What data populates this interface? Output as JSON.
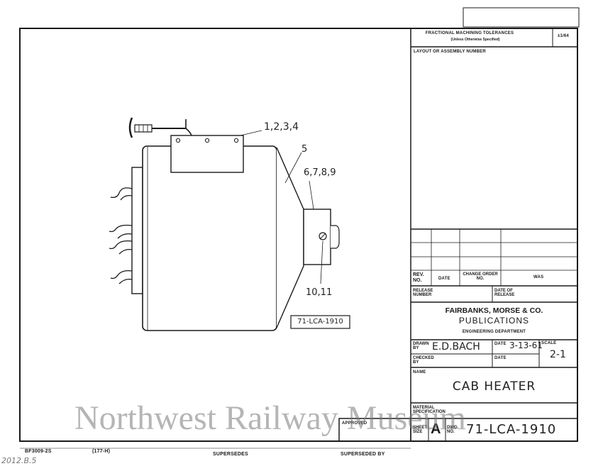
{
  "title_block": {
    "tolerances_title": "FRACTIONAL MACHINING TOLERANCES",
    "tolerances_sub": "(Unless Otherwise Specified)",
    "tolerance_value": "±1/64",
    "layout_label": "LAYOUT OR ASSEMBLY NUMBER",
    "rev_no_label": "REV. NO.",
    "date_label": "DATE",
    "change_order_label": "CHANGE ORDER NO.",
    "was_label": "WAS",
    "release_number_label": "RELEASE NUMBER",
    "date_of_release_label": "DATE OF RELEASE",
    "company": "FAIRBANKS, MORSE & CO.",
    "publications": "PUBLICATIONS",
    "department": "ENGINEERING DEPARTMENT",
    "drawn_by_label": "DRAWN BY",
    "drawn_by": "E.D.BACH",
    "date_field_label": "DATE",
    "drawn_date": "3-13-61",
    "scale_label": "SCALE",
    "scale": "2-1",
    "checked_by_label": "CHECKED BY",
    "checked_date_label": "DATE",
    "name_label": "NAME",
    "name": "CAB HEATER",
    "material_label": "MATERIAL SPECIFICATION",
    "sheet_size_label": "SHEET SIZE",
    "sheet_size": "A",
    "dwg_no_label": "DWG. NO.",
    "dwg_no": "71-LCA-1910"
  },
  "drawing": {
    "callout_1": "1,2,3,4",
    "callout_2": "5",
    "callout_3": "6,7,8,9",
    "callout_4": "10,11",
    "part_number_box": "71-LCA-1910"
  },
  "footer": {
    "form_no": "BF3009-2S",
    "code": "(177-H)",
    "supersedes": "SUPERSEDES",
    "superseded_by": "SUPERSEDED BY",
    "approved": "APPROVED",
    "margin_note": "2012.B.5"
  },
  "watermark": "Northwest Railway Museum"
}
